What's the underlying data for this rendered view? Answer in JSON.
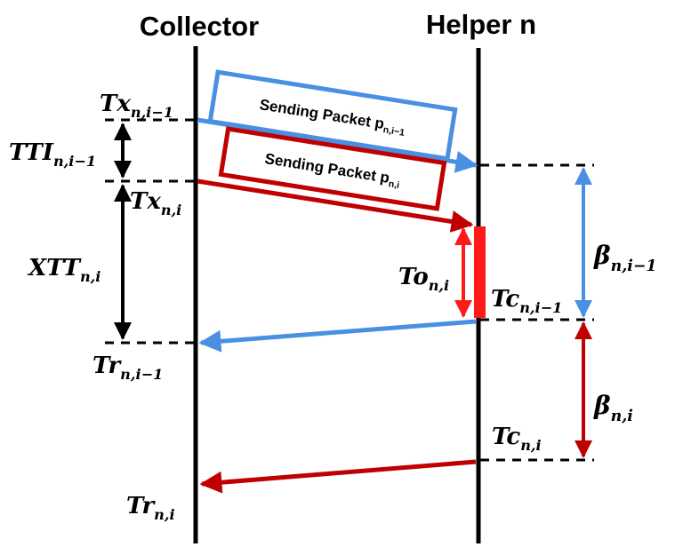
{
  "colors": {
    "blue": "#4a90e2",
    "red": "#c00000",
    "bright_red": "#ff1a1a",
    "black": "#000000"
  },
  "headers": {
    "collector": "Collector",
    "helper": "Helper n"
  },
  "packets": {
    "prev": {
      "label": "Sending Packet ",
      "sub_base": "p",
      "sub": "n,i−1"
    },
    "curr": {
      "label": "Sending Packet ",
      "sub_base": "p",
      "sub": "n,i"
    }
  },
  "labels": {
    "tx_prev": {
      "base": "Tx",
      "sub": "n,i−1"
    },
    "tti_prev": {
      "base": "TTI",
      "sub": "n,i−1"
    },
    "tx_curr": {
      "base": "Tx",
      "sub": "n,i"
    },
    "xtt_curr": {
      "base": "XTT",
      "sub": "n,i"
    },
    "tr_prev": {
      "base": "Tr",
      "sub": "n,i−1"
    },
    "tr_curr": {
      "base": "Tr",
      "sub": "n,i"
    },
    "to_curr": {
      "base": "To",
      "sub": "n,i"
    },
    "tc_prev": {
      "base": "Tc",
      "sub": "n,i−1"
    },
    "tc_curr": {
      "base": "Tc",
      "sub": "n,i"
    },
    "beta_prev": {
      "base": "β",
      "sub": "n,i−1"
    },
    "beta_curr": {
      "base": "β",
      "sub": "n,i"
    }
  }
}
